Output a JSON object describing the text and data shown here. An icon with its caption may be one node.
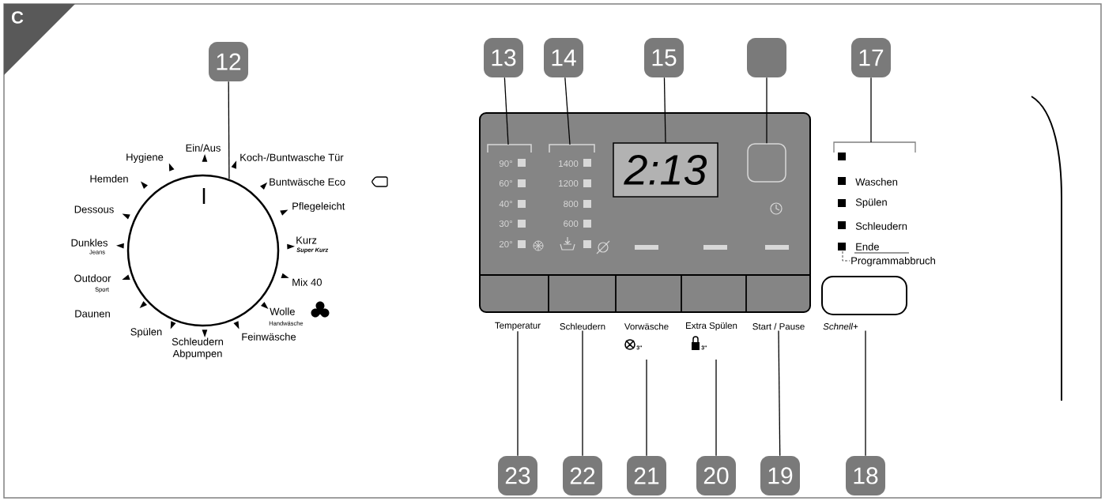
{
  "diagram": {
    "nodes": [
      {
        "text": [
          "12"
        ]
      },
      {
        "text": [],
        "shape": "circle"
      },
      {
        "text": [
          "13"
        ]
      },
      {
        "text": [
          "14"
        ]
      },
      {
        "text": [
          "15"
        ]
      },
      {
        "text": [
          "2:13"
        ]
      },
      {
        "text": [],
        "shape": "box"
      },
      {
        "text": [],
        "shape": "box"
      },
      {
        "text": [
          "17"
        ]
      },
      {
        "text": [
          "18"
        ]
      },
      {
        "text": [
          "19"
        ]
      },
      {
        "text": [
          "20"
        ]
      },
      {
        "text": [
          "21"
        ]
      },
      {
        "text": [
          "22"
        ]
      },
      {
        "text": [
          "23"
        ]
      },
      {
        "text": [
          "Temperatur"
        ]
      },
      {
        "text": [
          "Schleudern"
        ]
      },
      {
        "text": [
          "Start / Pause"
        ]
      },
      {
        "text": [
          "Schnell+"
        ]
      }
    ],
    "edges": [
      {
        "from": 0,
        "to": 1,
        "arrow": "none"
      },
      {
        "from": 2,
        "to": null,
        "arrow": "none"
      },
      {
        "from": 3,
        "to": null,
        "arrow": "none"
      },
      {
        "from": 4,
        "to": 5,
        "arrow": "none"
      },
      {
        "from": 6,
        "to": 7,
        "arrow": "none"
      },
      {
        "from": 8,
        "to": null,
        "arrow": "none"
      },
      {
        "from": 9,
        "to": 18,
        "arrow": "none"
      },
      {
        "from": 10,
        "to": 17,
        "arrow": "none"
      },
      {
        "from": 11,
        "to": null,
        "arrow": "none"
      },
      {
        "from": 12,
        "to": null,
        "arrow": "none"
      },
      {
        "from": 13,
        "to": 16,
        "arrow": "none"
      },
      {
        "from": 14,
        "to": 15,
        "arrow": "none"
      }
    ],
    "labels": [
      "C",
      "Ein/Aus",
      "Hygiene",
      "Koch-/Buntwasche Tür",
      "Hemden",
      "Buntwäsche Eco",
      "Dessous",
      "Pflegeleicht",
      "Dunkles",
      "Jeans",
      "Kurz",
      "Super Kurz",
      "Outdoor",
      "Sport",
      "Mix 40",
      "Daunen",
      "Wolle",
      "Handwäsche",
      "Spülen",
      "Feinwäsche",
      "Schleudern Abpumpen",
      "90°",
      "1400",
      "60°",
      "1200",
      "40°",
      "800",
      "30°",
      "600",
      "20°",
      "Waschen",
      "Spülen",
      "Schleudern",
      "Ende",
      "Programmabbruch",
      "Vorwäsche",
      "Extra Spülen",
      "3\"",
      "3\""
    ]
  }
}
